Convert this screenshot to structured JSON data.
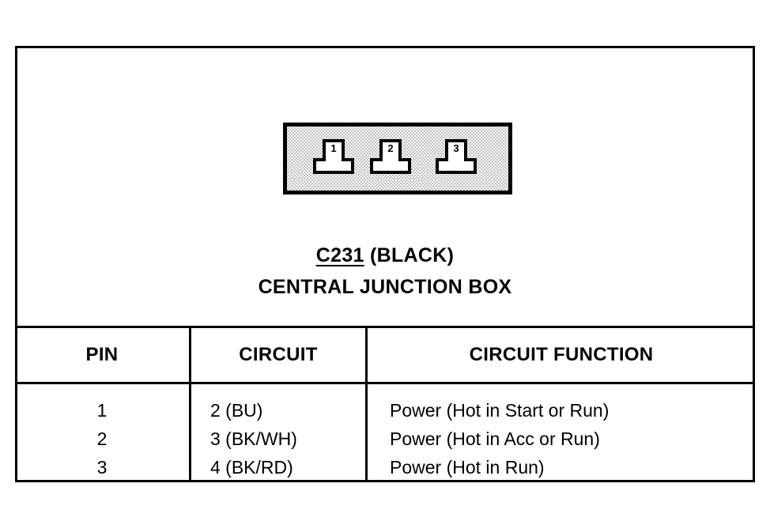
{
  "diagram": {
    "connector": {
      "label": "connector-housing",
      "cavities": [
        {
          "number": "1"
        },
        {
          "number": "2"
        },
        {
          "number": "3"
        }
      ]
    },
    "caption": {
      "code": "C231",
      "color": "(BLACK)",
      "component": "CENTRAL JUNCTION BOX"
    }
  },
  "table": {
    "headers": {
      "pin": "PIN",
      "circuit": "CIRCUIT",
      "function": "CIRCUIT FUNCTION"
    },
    "rows": [
      {
        "pin": "1",
        "circuit": "2 (BU)",
        "function": "Power (Hot in Start or Run)"
      },
      {
        "pin": "2",
        "circuit": "3 (BK/WH)",
        "function": "Power (Hot in Acc or Run)"
      },
      {
        "pin": "3",
        "circuit": "4 (BK/RD)",
        "function": "Power (Hot in Run)"
      }
    ]
  },
  "colors": {
    "ink": "#000000",
    "paper": "#ffffff",
    "connector_fill": "#d8d8d8"
  }
}
